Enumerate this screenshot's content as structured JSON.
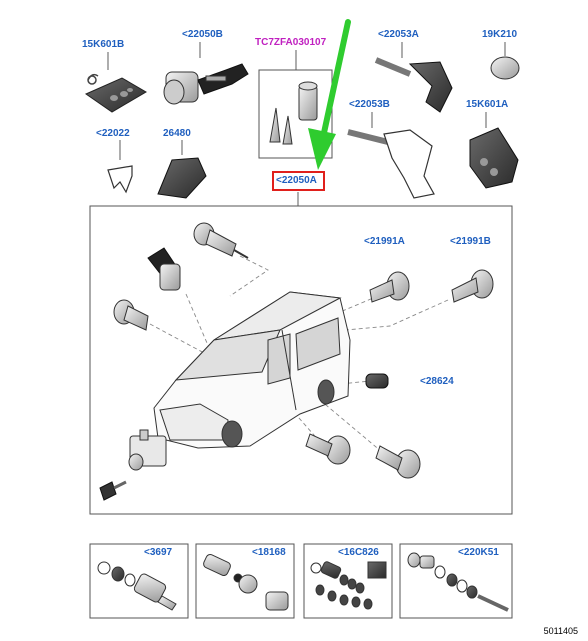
{
  "labels": {
    "p15K601B": "15K601B",
    "p22050B": "<22050B",
    "pTC7ZFA030107": "TC7ZFA030107",
    "p22053A": "<22053A",
    "p19K210": "19K210",
    "p22022": "<22022",
    "p26480": "26480",
    "p22053B": "<22053B",
    "p15K601A": "15K601A",
    "p22050A": "<22050A",
    "p21991A": "<21991A",
    "p21991B": "<21991B",
    "p28624": "<28624",
    "p3697": "<3697",
    "p18168": "<18168",
    "p16C826": "<16C826",
    "p220K51": "<220K51"
  },
  "footer": "5011405",
  "colors": {
    "label_blue": "#1f5fbf",
    "label_magenta": "#c020c0",
    "highlight_red": "#e0201c",
    "arrow_green": "#2fcc2f",
    "outline": "#555555"
  }
}
